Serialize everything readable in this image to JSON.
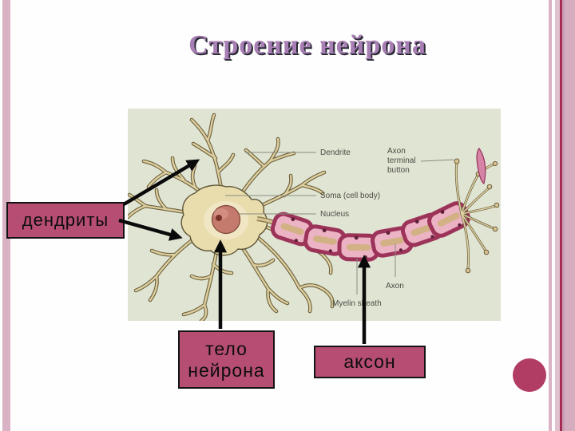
{
  "slide": {
    "title": "Строение нейрона"
  },
  "callouts": {
    "dendrites": "дендриты",
    "cell_body_line1": "тело",
    "cell_body_line2": "нейрона",
    "axon": "аксон"
  },
  "diagram": {
    "labels": {
      "dendrite": "Dendrite",
      "axon_terminal_line1": "Axon",
      "axon_terminal_line2": "terminal",
      "axon_terminal_line3": "button",
      "soma": "Soma (cell body)",
      "nucleus": "Nucleus",
      "axon": "Axon",
      "myelin": "Myelin sheath"
    }
  },
  "colors": {
    "callout_pink": "#b64d72",
    "circle_pink": "#b23d64",
    "title_purple": "#a87fb4",
    "title_shadow": "#2c2c36",
    "stripe_pink": "#d9b2c3",
    "stripe_dark_line": "#a62c55",
    "diagram_background": "#e0e4d3",
    "arrow_black": "#0a0a0a"
  }
}
